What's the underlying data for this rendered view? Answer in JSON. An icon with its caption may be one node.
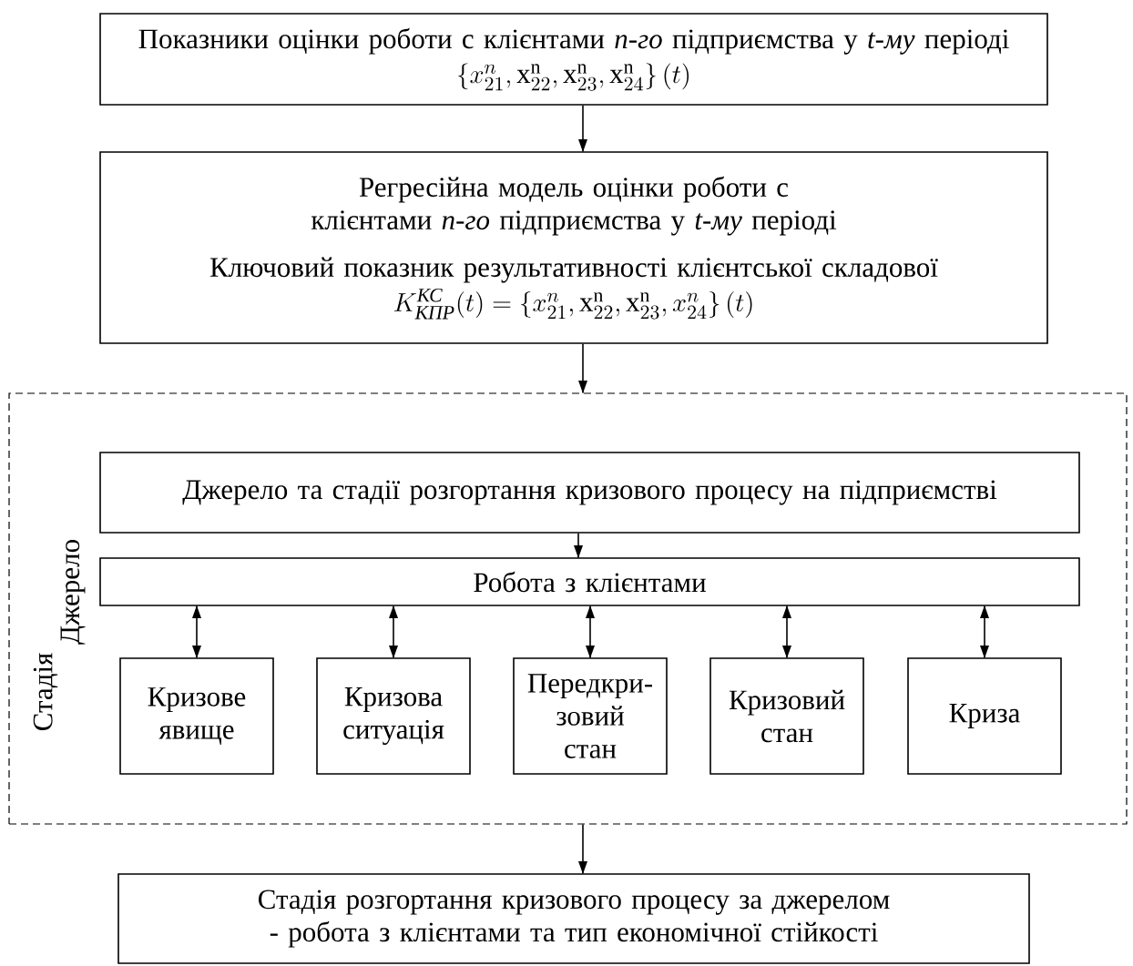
{
  "diagram": {
    "nodes": [
      {
        "text": [
          "Показники оцінки роботи с клієнтами *n-го* підприємства у *t-му* періоді",
          "\\left\\{x_{21}^{n}, \\mathrm{x}_{22}^{\\mathrm{n}}, \\mathrm{x}_{23}^{\\mathrm{n}}, \\mathrm{x}_{24}^{\\mathrm{n}}\\right\\}(t)"
        ]
      },
      {
        "text": [
          "Регресійна модель оцінки роботи с клієнтами *n-го* підприємства у *t-му* періоді",
          "Ключовий показник результативності клієнтської складової",
          "K_{\\text{\\itshape КПР}}^{\\text{\\itshape КС}}(t) = \\left\\{x_{21}^{n}, \\mathrm{x}_{22}^{\\mathrm{n}}, \\mathrm{x}_{23}^{\\mathrm{n}}, x_{24}^{n}\\right\\}(t)"
        ]
      },
      {
        "text": [
          "Джерело",
          "Стадія"
        ]
      },
      {
        "text": [
          "Джерело та стадії розгортання кризового процесу на підприємстві"
        ],
        "in": 2
      },
      {
        "text": [
          "Робота з клієнтами"
        ],
        "in": 2
      },
      {
        "text": [
          "Кризове явище"
        ],
        "in": 2
      },
      {
        "text": [
          "Кризова ситуація"
        ],
        "in": 2
      },
      {
        "text": [
          "Передкри-зовий стан"
        ],
        "in": 2
      },
      {
        "text": [
          "Кризовий стан"
        ],
        "in": 2
      },
      {
        "text": [
          "Криза"
        ],
        "in": 2
      },
      {
        "text": [
          "Стадія розгортання кризового процесу за джерелом - робота з клієнтами та тип економічної стійкості"
        ]
      }
    ],
    "edges": [
      {
        "from": 0,
        "to": 1,
        "arrow": "to"
      },
      {
        "from": 1,
        "to": 2,
        "arrow": "to"
      },
      {
        "from": 3,
        "to": 4,
        "arrow": "to"
      },
      {
        "from": 4,
        "to": 5,
        "arrow": "both"
      },
      {
        "from": 4,
        "to": 6,
        "arrow": "both"
      },
      {
        "from": 4,
        "to": 7,
        "arrow": "both"
      },
      {
        "from": 4,
        "to": 8,
        "arrow": "both"
      },
      {
        "from": 4,
        "to": 9,
        "arrow": "both"
      },
      {
        "from": 2,
        "to": 10,
        "arrow": "to"
      }
    ]
  }
}
